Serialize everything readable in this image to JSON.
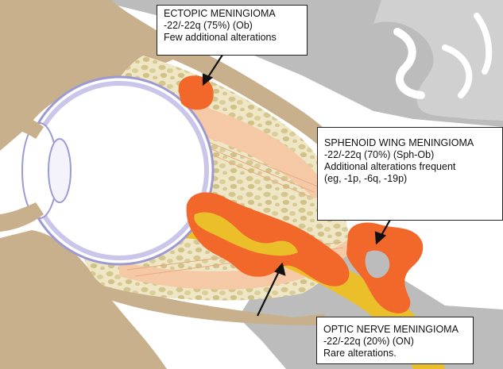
{
  "colors": {
    "bone": "#c8b08c",
    "gray_tissue": "#bcbcbc",
    "fat": "#eee6c4",
    "muscle": "#f6c9a6",
    "nerve": "#ebbf2a",
    "tumor": "#f2672a",
    "eye_outline": "#9d9ad3"
  },
  "callouts": {
    "ectopic": {
      "title": "ECTOPIC MENINGIOMA",
      "line1": "-22/-22q (75%)  (Ob)",
      "line2": "Few additional alterations"
    },
    "sphenoid": {
      "title": "SPHENOID WING MENINGIOMA",
      "line1": "-22/-22q (70%)  (Sph-Ob)",
      "line2": "Additional alterations frequent",
      "line3": "(eg, -1p, -6q, -19p)"
    },
    "optic": {
      "title": "OPTIC NERVE MENINGIOMA",
      "line1": "-22/-22q (20%)    (ON)",
      "line2": "Rare alterations."
    }
  }
}
